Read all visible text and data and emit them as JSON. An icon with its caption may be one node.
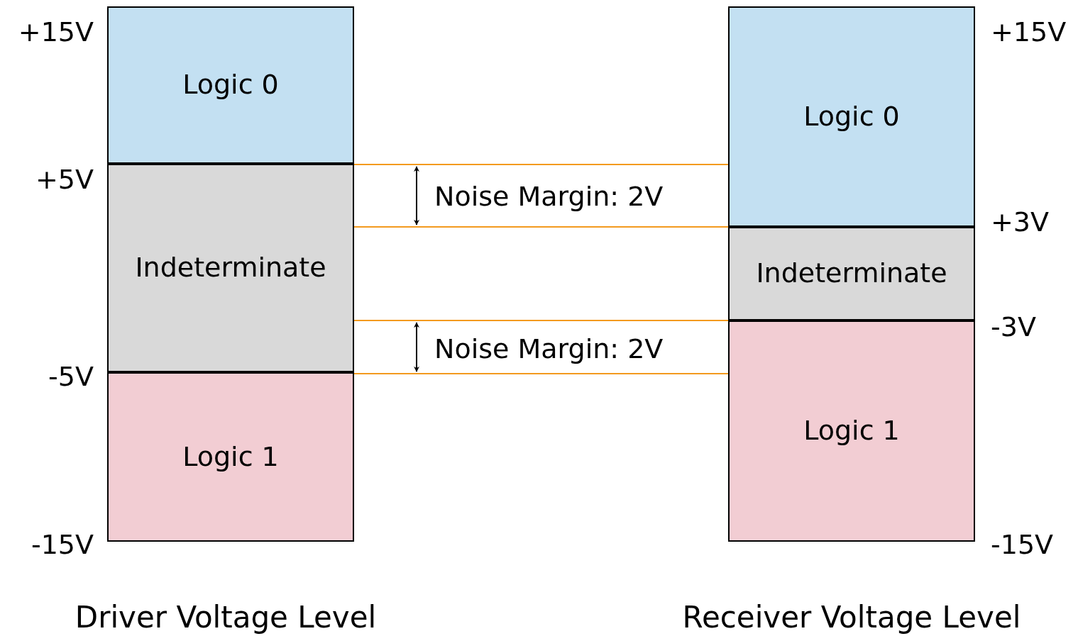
{
  "diagram": {
    "nodes": [
      {
        "text": [
          "Logic 0"
        ]
      },
      {
        "text": [
          "Indeterminate"
        ]
      },
      {
        "text": [
          "Logic 1"
        ]
      },
      {
        "text": [
          "Logic 0"
        ]
      },
      {
        "text": [
          "Indeterminate"
        ]
      },
      {
        "text": [
          "Logic 1"
        ]
      }
    ],
    "edges": [
      {
        "from": 0,
        "to": 3,
        "arrow": "none"
      },
      {
        "from": 1,
        "to": 4,
        "arrow": "none"
      },
      {
        "from": 1,
        "to": 4,
        "arrow": "none"
      },
      {
        "from": 2,
        "to": 5,
        "arrow": "none"
      }
    ],
    "labels": [
      "+15V",
      "+15V",
      "+5V",
      "Noise Margin: 2V",
      "+3V",
      "-3V",
      "Noise Margin: 2V",
      "-5V",
      "-15V",
      "-15V",
      "Driver Voltage Level",
      "Receiver Voltage Level"
    ]
  }
}
